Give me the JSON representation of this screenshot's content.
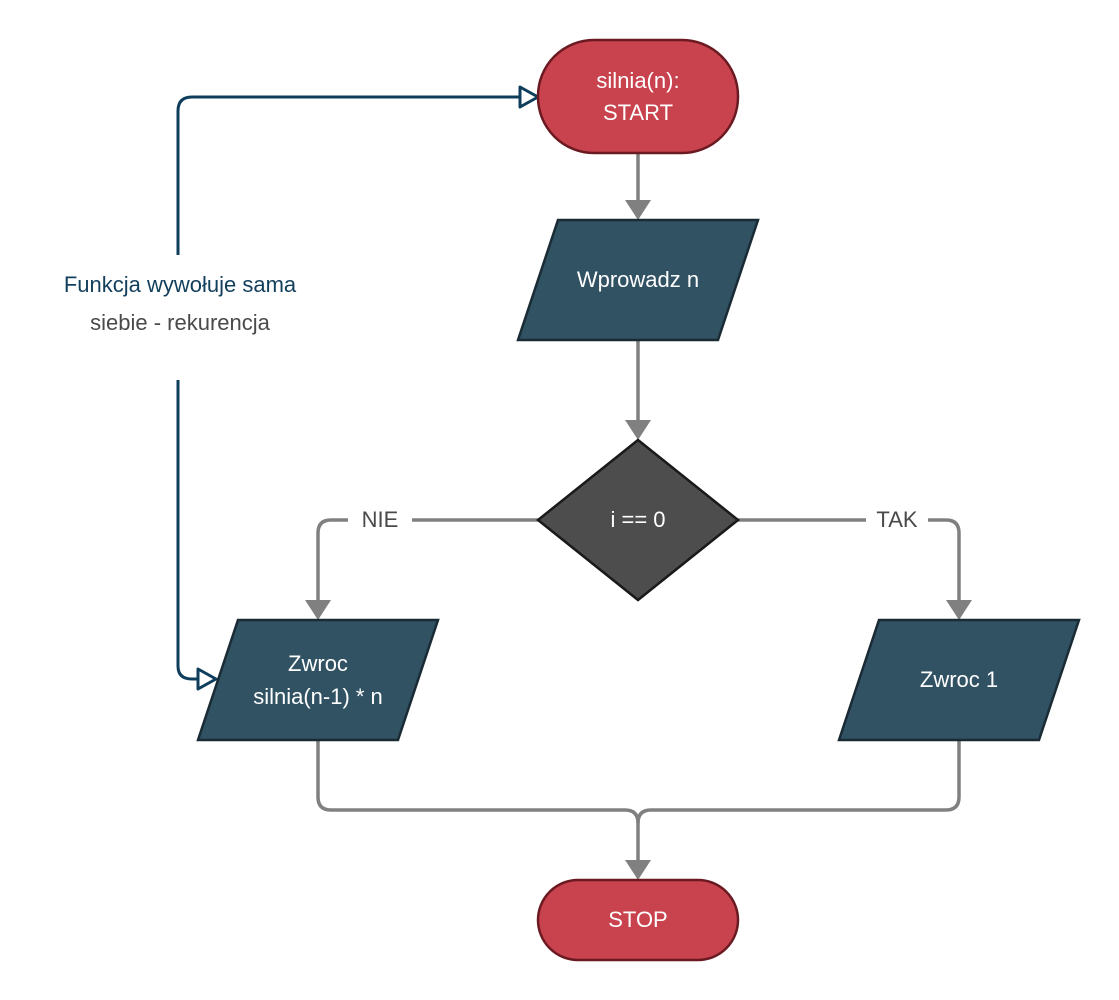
{
  "colors": {
    "terminal_fill": "#c9434e",
    "terminal_stroke": "#6b1a22",
    "io_fill": "#315263",
    "io_stroke": "#1a2b35",
    "decision_fill": "#4d4d4d",
    "decision_stroke": "#1a1a1a",
    "flow_arrow": "#808080",
    "recursion_arrow": "#0f3d5c",
    "note_text_dark": "#123f5c",
    "note_text_gray": "#4a4a4a"
  },
  "nodes": {
    "start": {
      "line1": "silnia(n):",
      "line2": "START"
    },
    "input": {
      "label": "Wprowadz n"
    },
    "decision": {
      "label": "i == 0"
    },
    "return_recursive": {
      "line1": "Zwroc",
      "line2": "silnia(n-1) * n"
    },
    "return_one": {
      "label": "Zwroc 1"
    },
    "stop": {
      "label": "STOP"
    }
  },
  "edges": {
    "no_label": "NIE",
    "yes_label": "TAK"
  },
  "note": {
    "line1": "Funkcja wywołuje sama",
    "line2": "siebie - rekurencja"
  }
}
